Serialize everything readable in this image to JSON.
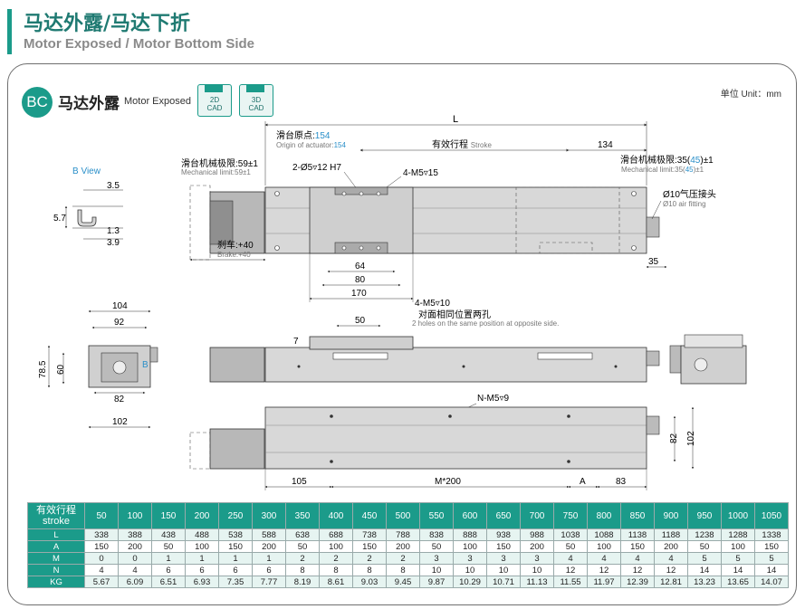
{
  "header": {
    "title_cn": "马达外露/马达下折",
    "title_en": "Motor Exposed / Motor Bottom Side"
  },
  "section": {
    "badge": "BC",
    "name_cn": "马达外露",
    "name_en": "Motor Exposed",
    "cad_2d": "2D",
    "cad_3d": "3D",
    "cad_word": "CAD",
    "unit": "单位 Unit：mm"
  },
  "annotations": {
    "b_view": "B View",
    "b_mark": "B",
    "L": "L",
    "origin_cn": "滑台原点:",
    "origin_val": "154",
    "origin_en": "Origin of actuator:",
    "stroke_cn": "有效行程",
    "stroke_en": "Stroke",
    "dim_134": "134",
    "mech_limit_left_cn": "滑台机械极限:59±1",
    "mech_limit_left_en": "Mechanical limit:59±1",
    "mech_limit_right_cn_a": "滑台机械极限:35(",
    "mech_limit_right_val": "45",
    "mech_limit_right_cn_b": ")±1",
    "mech_limit_right_en_a": "Mechanical limit:35(",
    "mech_limit_right_en_b": ")±1",
    "hole_2": "2-Ø5▿12 H7",
    "hole_4": "4-M5▿15",
    "air_cn": "Ø10气压接头",
    "air_en": "Ø10 air fitting",
    "brake_cn": "刹车:+40",
    "brake_en": "Brake:+40",
    "dim_64": "64",
    "dim_80": "80",
    "dim_170": "170",
    "dim_35": "35",
    "hole_4_m5_10": "4-M5▿10",
    "opp_cn": "对面相同位置两孔",
    "opp_en": "2 holes on the same position at opposite side.",
    "dim_50": "50",
    "dim_104": "104",
    "dim_92": "92",
    "dim_78_5": "78.5",
    "dim_60": "60",
    "dim_82": "82",
    "dim_102": "102",
    "dim_3_5": "3.5",
    "dim_5_7": "5.7",
    "dim_1_3": "1.3",
    "dim_3_9": "3.9",
    "dim_7": "7",
    "hole_n_m5_9": "N-M5▿9",
    "dim_105": "105",
    "dim_m200": "M*200",
    "dim_A": "A",
    "dim_83": "83",
    "dim_82_side": "82",
    "dim_102_side": "102"
  },
  "table": {
    "stroke_cn": "有效行程",
    "stroke_en": "stroke",
    "strokes": [
      "50",
      "100",
      "150",
      "200",
      "250",
      "300",
      "350",
      "400",
      "450",
      "500",
      "550",
      "600",
      "650",
      "700",
      "750",
      "800",
      "850",
      "900",
      "950",
      "1000",
      "1050"
    ],
    "rows": [
      {
        "label": "L",
        "values": [
          "338",
          "388",
          "438",
          "488",
          "538",
          "588",
          "638",
          "688",
          "738",
          "788",
          "838",
          "888",
          "938",
          "988",
          "1038",
          "1088",
          "1138",
          "1188",
          "1238",
          "1288",
          "1338"
        ]
      },
      {
        "label": "A",
        "values": [
          "150",
          "200",
          "50",
          "100",
          "150",
          "200",
          "50",
          "100",
          "150",
          "200",
          "50",
          "100",
          "150",
          "200",
          "50",
          "100",
          "150",
          "200",
          "50",
          "100",
          "150"
        ]
      },
      {
        "label": "M",
        "values": [
          "0",
          "0",
          "1",
          "1",
          "1",
          "1",
          "2",
          "2",
          "2",
          "2",
          "3",
          "3",
          "3",
          "3",
          "4",
          "4",
          "4",
          "4",
          "5",
          "5",
          "5"
        ]
      },
      {
        "label": "N",
        "values": [
          "4",
          "4",
          "6",
          "6",
          "6",
          "6",
          "8",
          "8",
          "8",
          "8",
          "10",
          "10",
          "10",
          "10",
          "12",
          "12",
          "12",
          "12",
          "14",
          "14",
          "14"
        ]
      },
      {
        "label": "KG",
        "values": [
          "5.67",
          "6.09",
          "6.51",
          "6.93",
          "7.35",
          "7.77",
          "8.19",
          "8.61",
          "9.03",
          "9.45",
          "9.87",
          "10.29",
          "10.71",
          "11.13",
          "11.55",
          "11.97",
          "12.39",
          "12.81",
          "13.23",
          "13.65",
          "14.07"
        ]
      }
    ]
  },
  "colors": {
    "accent": "#1b9b8a",
    "highlight_text": "#2a8fc9",
    "part_fill": "#d6d6d6",
    "part_dark": "#9a9a9a"
  }
}
